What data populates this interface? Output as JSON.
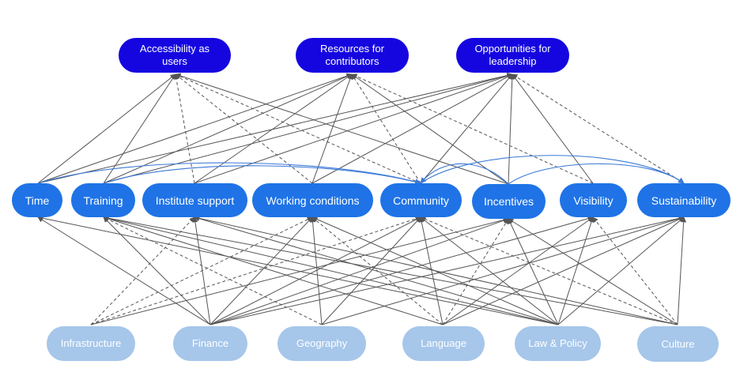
{
  "top": {
    "accessibility": "Accessibility as\nusers",
    "resources": "Resources for\ncontributors",
    "opportunities": "Opportunities for\nleadership"
  },
  "mid": {
    "time": "Time",
    "training": "Training",
    "institute": "Institute support",
    "working": "Working conditions",
    "community": "Community",
    "incentives": "Incentives",
    "visibility": "Visibility",
    "sustainability": "Sustainability"
  },
  "bot": {
    "infrastructure": "Infrastructure",
    "finance": "Finance",
    "geography": "Geography",
    "language": "Language",
    "law": "Law & Policy",
    "culture": "Culture"
  },
  "colors": {
    "top_fill": "#1506e0",
    "mid_fill": "#1f73e6",
    "bottom_fill": "#a6c6ea",
    "edge": "#555555",
    "community_edge": "#3a78d6"
  }
}
